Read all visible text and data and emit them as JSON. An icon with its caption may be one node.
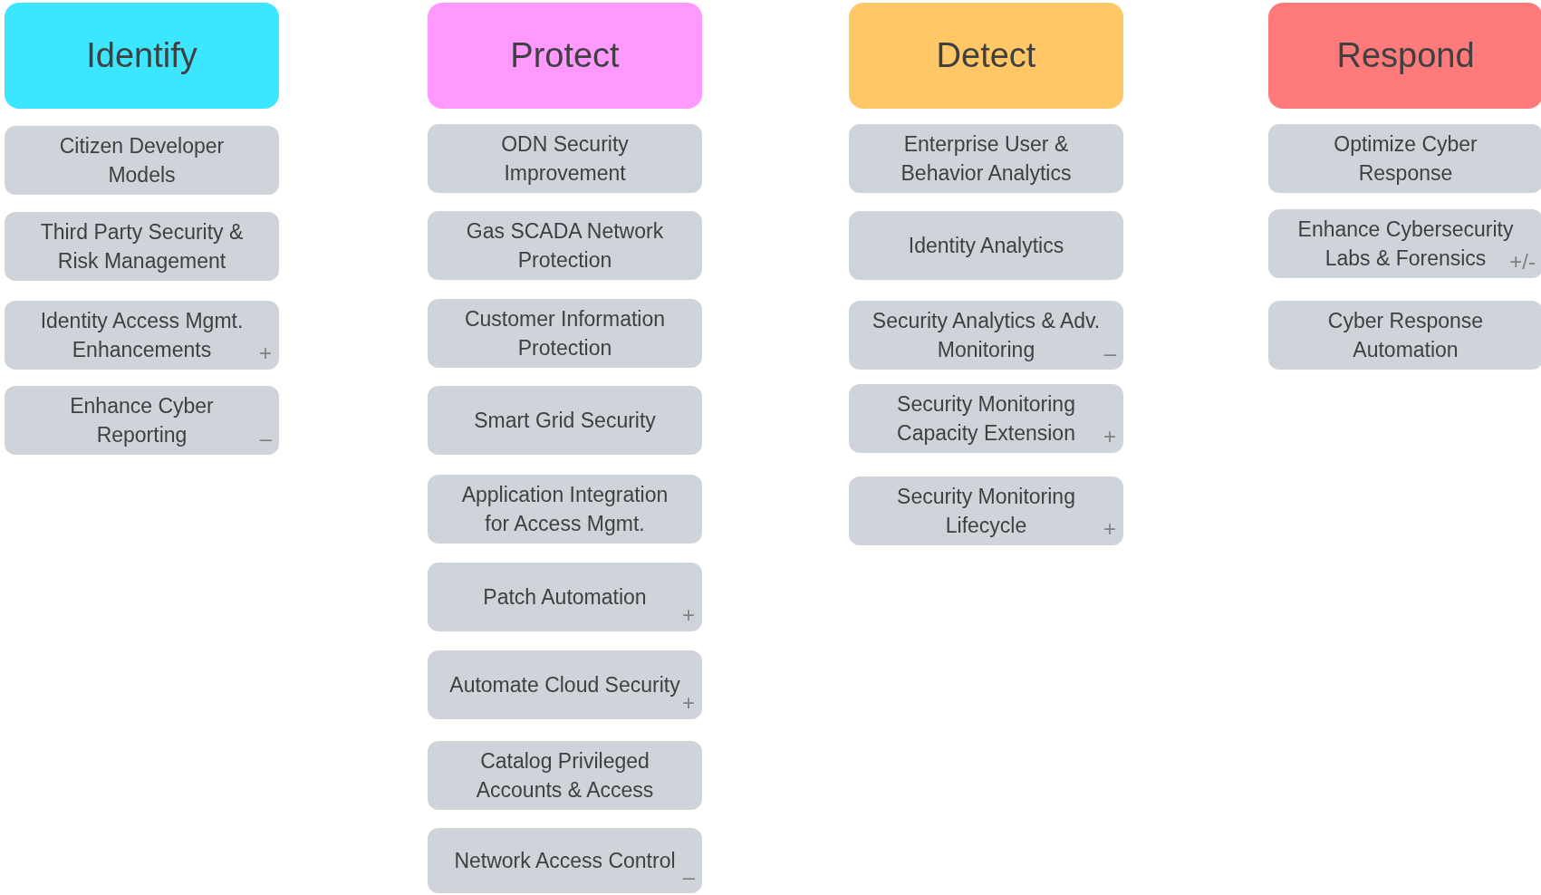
{
  "diagram": {
    "nodes": [
      {
        "text": [
          "Identify"
        ]
      },
      {
        "text": [
          "Citizen Developer Models"
        ]
      },
      {
        "text": [
          "Third Party Security & Risk Management"
        ]
      },
      {
        "text": [
          "Identity Access Mgmt. Enhancements",
          "+"
        ]
      },
      {
        "text": [
          "Enhance Cyber Reporting",
          "–"
        ]
      },
      {
        "text": [
          "Protect"
        ]
      },
      {
        "text": [
          "ODN Security Improvement"
        ]
      },
      {
        "text": [
          "Gas SCADA Network Protection"
        ]
      },
      {
        "text": [
          "Customer Information Protection"
        ]
      },
      {
        "text": [
          "Smart Grid Security"
        ]
      },
      {
        "text": [
          "Application Integration for Access Mgmt."
        ]
      },
      {
        "text": [
          "Patch Automation",
          "+"
        ]
      },
      {
        "text": [
          "Automate Cloud Security",
          "+"
        ]
      },
      {
        "text": [
          "Catalog Privileged Accounts & Access"
        ]
      },
      {
        "text": [
          "Network Access Control",
          "–"
        ]
      },
      {
        "text": [
          "Detect"
        ]
      },
      {
        "text": [
          "Enterprise User & Behavior Analytics"
        ]
      },
      {
        "text": [
          "Identity Analytics"
        ]
      },
      {
        "text": [
          "Security Analytics & Adv. Monitoring",
          "–"
        ]
      },
      {
        "text": [
          "Security Monitoring Capacity Extension",
          "+"
        ]
      },
      {
        "text": [
          "Security Monitoring Lifecycle",
          "+"
        ]
      },
      {
        "text": [
          "Respond"
        ]
      },
      {
        "text": [
          "Optimize Cyber Response"
        ]
      },
      {
        "text": [
          "Enhance Cybersecurity Labs & Forensics",
          "+/-"
        ]
      },
      {
        "text": [
          "Cyber Response Automation"
        ]
      }
    ],
    "edges": []
  }
}
